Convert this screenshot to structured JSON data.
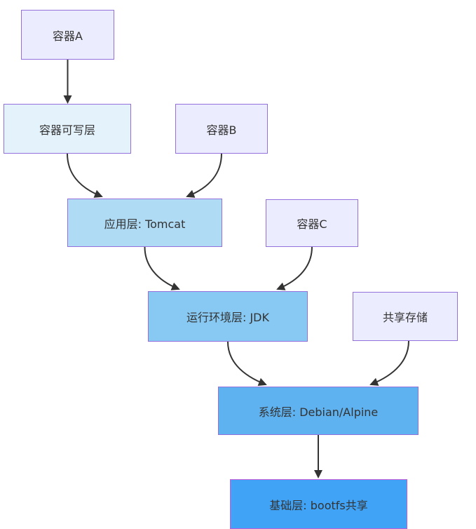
{
  "diagram": {
    "type": "flowchart",
    "direction": "top-down",
    "topic": "container image layer sharing",
    "edge_color": "#333333",
    "text_color": "#333333",
    "nodes": {
      "containerA": {
        "label": "容器A",
        "fill": "#ECECFF",
        "border": "#9370DB"
      },
      "writableLayer": {
        "label": "容器可写层",
        "fill": "#E4F2FB",
        "border": "#9370DB"
      },
      "containerB": {
        "label": "容器B",
        "fill": "#ECECFF",
        "border": "#9370DB"
      },
      "appLayer": {
        "label": "应用层: Tomcat",
        "fill": "#AFDBF5",
        "border": "#9370DB"
      },
      "containerC": {
        "label": "容器C",
        "fill": "#ECECFF",
        "border": "#9370DB"
      },
      "runtimeLayer": {
        "label": "运行环境层: JDK",
        "fill": "#87C9F3",
        "border": "#9370DB"
      },
      "sharedStorage": {
        "label": "共享存储",
        "fill": "#ECECFF",
        "border": "#9370DB"
      },
      "systemLayer": {
        "label": "系统层: Debian/Alpine",
        "fill": "#5FB2F0",
        "border": "#9370DB"
      },
      "baseLayer": {
        "label": "基础层: bootfs共享",
        "fill": "#40A3F5",
        "border": "#C25CD8"
      }
    },
    "edges": [
      {
        "from": "containerA",
        "to": "writableLayer"
      },
      {
        "from": "writableLayer",
        "to": "appLayer"
      },
      {
        "from": "containerB",
        "to": "appLayer"
      },
      {
        "from": "appLayer",
        "to": "runtimeLayer"
      },
      {
        "from": "containerC",
        "to": "runtimeLayer"
      },
      {
        "from": "runtimeLayer",
        "to": "systemLayer"
      },
      {
        "from": "sharedStorage",
        "to": "systemLayer"
      },
      {
        "from": "systemLayer",
        "to": "baseLayer"
      }
    ]
  }
}
